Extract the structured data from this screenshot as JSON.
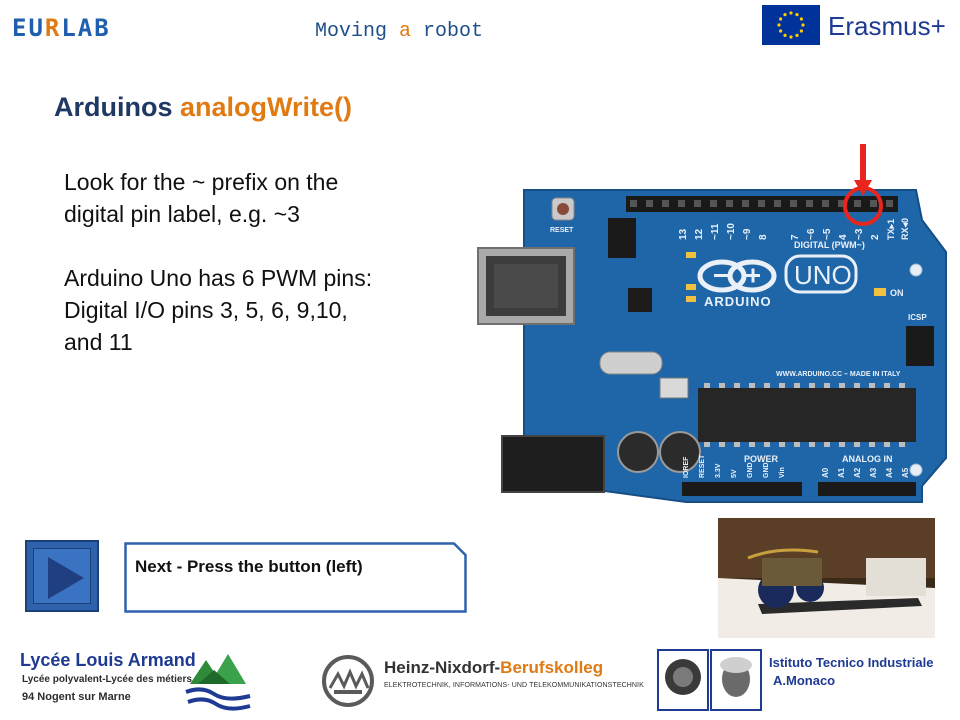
{
  "header": {
    "logo_part1": "EU",
    "logo_part2": "R",
    "logo_part3": "LAB",
    "title_part1": "Moving ",
    "title_part2": "a",
    "title_part3": " robot",
    "erasmus_label": "Erasmus+"
  },
  "slide": {
    "title_part1": "Arduinos ",
    "title_part2": "analogWrite()",
    "lines": [
      "Look for the ~ prefix on the",
      "digital pin label, e.g. ~3",
      "Arduino Uno has 6 PWM pins:",
      "Digital I/O pins 3, 5, 6, 9,10,",
      "and 11"
    ]
  },
  "board": {
    "brand": "ARDUINO",
    "model": "UNO",
    "digital_label": "DIGITAL (PWM~)",
    "analog_label": "ANALOG IN",
    "power_label": "POWER",
    "website": "WWW.ARDUINO.CC – MADE IN ITALY",
    "aref_label": "AREF",
    "reset_label": "RESET",
    "icsp_label": "ICSP",
    "on_label": "ON",
    "pin_labels": [
      "13",
      "12",
      "~11",
      "~10",
      "~9",
      "8",
      "7",
      "~6",
      "~5",
      "4",
      "~3",
      "2",
      "TX▸1",
      "RX◂0"
    ],
    "analog_pins": [
      "A0",
      "A1",
      "A2",
      "A3",
      "A4",
      "A5"
    ],
    "power_pins": [
      "IOREF",
      "RESET",
      "3.3V",
      "5V",
      "GND",
      "GND",
      "Vin"
    ]
  },
  "navigation": {
    "callout_text": "Next - Press the button (left)"
  },
  "footer": {
    "lycee_name": "Lycée Louis Armand",
    "lycee_sub": "Lycée polyvalent-Lycée des métiers",
    "lycee_city": "94 Nogent sur Marne",
    "hn_name_part1": "Heinz-Nixdorf-",
    "hn_name_part2": "Berufskolleg",
    "hn_sub": "ELEKTROTECHNIK, INFORMATIONS- UND TELEKOMMUNIKATIONSTECHNIK",
    "iti_name": "Istituto Tecnico Industriale",
    "iti_sub": "A.Monaco"
  },
  "colors": {
    "brand_blue": "#1f5fae",
    "accent_orange": "#e07a12",
    "title_navy": "#1f3864",
    "board_teal": "#1f66a8",
    "marker_red": "#e8261e"
  }
}
